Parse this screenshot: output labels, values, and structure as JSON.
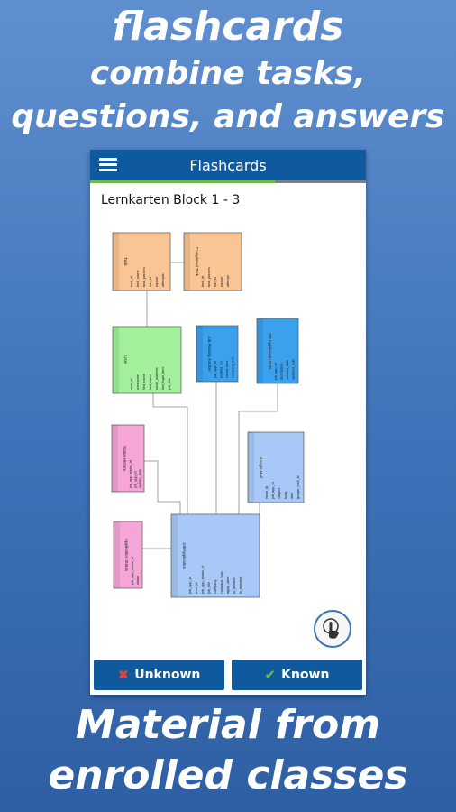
{
  "promo": {
    "top_line1": "flashcards",
    "top_line2": "combine tasks,",
    "top_line3": "questions, and answers",
    "bottom_line1": "Material from",
    "bottom_line2": "enrolled classes"
  },
  "app": {
    "title": "Flashcards",
    "deck_title": "Lernkarten Block 1 - 3",
    "progress_fraction": 0.67,
    "buttons": {
      "unknown": "Unknown",
      "known": "Known"
    }
  },
  "diagram": {
    "tables": [
      {
        "id": "task",
        "title": "Task",
        "fields": [
          "task_id",
          "task_name",
          "task_params",
          "run_id",
          "repeat",
          "attempts"
        ],
        "color": "#f9c594"
      },
      {
        "id": "completed",
        "title": "Completed Task",
        "fields": [
          "task_id",
          "task_params",
          "run_id",
          "repeat",
          "attempt"
        ],
        "color": "#f9c594"
      },
      {
        "id": "user",
        "title": "User",
        "fields": [
          "user_id",
          "username",
          "first_name",
          "last_name",
          "email_address",
          "last_login_time",
          "job_title"
        ],
        "color": "#a3ef9b"
      },
      {
        "id": "jobposting",
        "title": "Job Posting Tracker",
        "fields": [
          "job_app_id",
          "posting_url",
          "saved_time",
          "company_info"
        ],
        "color": "#3aa1ef"
      },
      {
        "id": "jobappnote",
        "title": "Job Application Note",
        "fields": [
          "job_app_id",
          "description",
          "created_date",
          "updated_date"
        ],
        "color": "#3aa1ef"
      },
      {
        "id": "statushistory",
        "title": "Status History",
        "fields": [
          "job_app_status_id",
          "job_app_id",
          "update_date"
        ],
        "color": "#f5a6d6"
      },
      {
        "id": "google",
        "title": "Google Mail",
        "fields": [
          "email_id",
          "job_app_id",
          "subject",
          "body",
          "date",
          "google_mail_id"
        ],
        "color": "#a8c9f7"
      },
      {
        "id": "appstatus",
        "title": "Application Status",
        "fields": [
          "job_app_status_id",
          "status"
        ],
        "color": "#f5a6d6"
      },
      {
        "id": "jobapp",
        "title": "Job Application",
        "fields": [
          "job_app_id",
          "user_id",
          "job_app_status_id",
          "job_title",
          "company",
          "company_logo",
          "apply_date",
          "is_deleted",
          "is_rejected"
        ],
        "color": "#a8c9f7"
      }
    ]
  }
}
